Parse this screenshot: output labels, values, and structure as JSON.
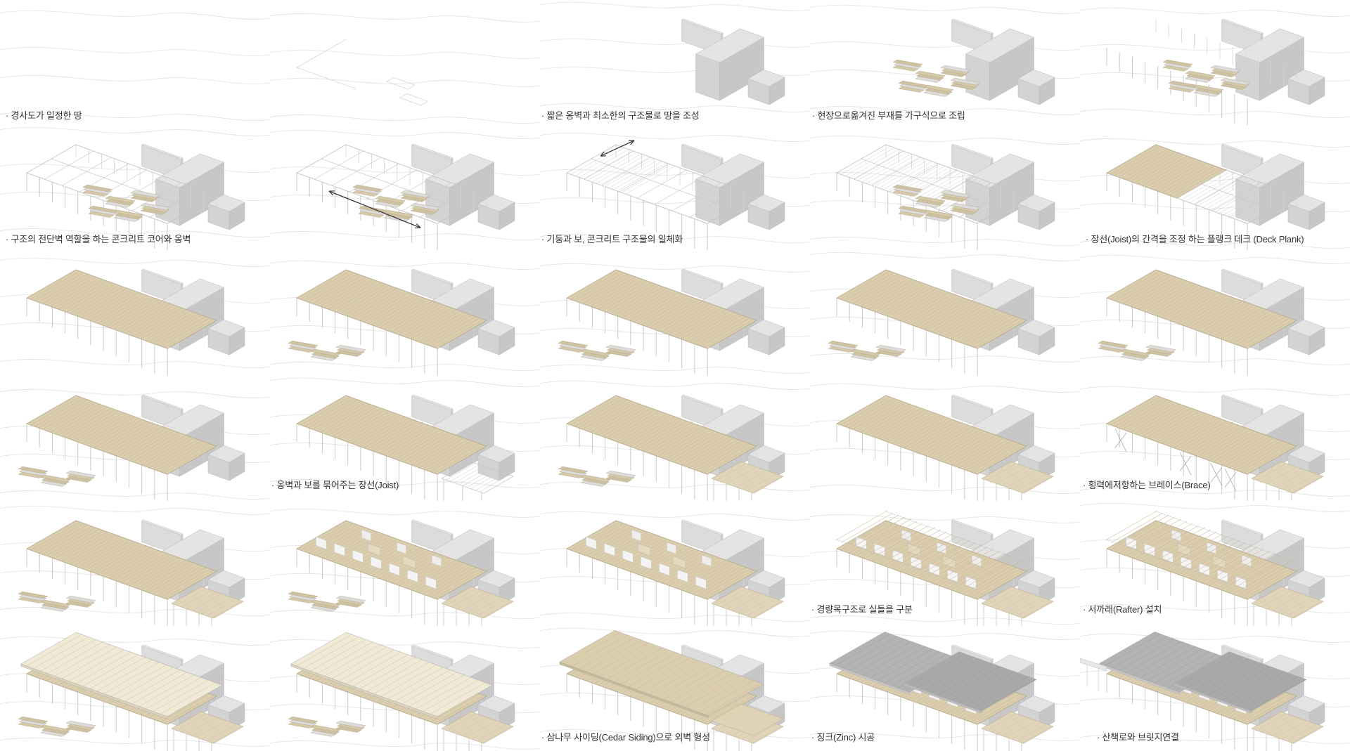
{
  "sheet": {
    "title": "construction-sequence-diagram",
    "language": "ko",
    "background": "#ffffff"
  },
  "colors": {
    "contour": "#e4e4e4",
    "edge": "#c4c4c4",
    "column": "#c9c9c9",
    "deck": "#dbceae",
    "deck_line": "#c6b592",
    "deck_edge": "#b6a888",
    "deck_ext": "#e0d5ba",
    "concrete_top": "#e4e4e4",
    "concrete_front": "#d3d3d3",
    "concrete_side": "#c7c7c7",
    "lumber_tan": "#d6c9a9",
    "lumber_gray": "#dcdcdc",
    "lumber_edge": "#b3a685",
    "wall": "#f4f4f4",
    "wall_tan": "#e3d9c1",
    "roof_wood": "#f0e9d6",
    "roof_wood_line": "#cdbd98",
    "zinc": "#a9a9a9",
    "zinc_light": "#b3b3b3",
    "zinc_seam": "#9a9a9a",
    "arrow": "#3a3a3a",
    "text": "#333333"
  },
  "diagram": {
    "type": "architectural construction sequence (axonometric step diagram)",
    "rows": 6,
    "cols": 5,
    "panels": [
      {
        "id": "r1c1",
        "row": 1,
        "col": 1,
        "caption": "· 경사도가 일정한 땅",
        "layers": [
          "contours"
        ]
      },
      {
        "id": "r1c2",
        "row": 1,
        "col": 2,
        "caption": "",
        "layers": [
          "contours",
          "layout"
        ]
      },
      {
        "id": "r1c3",
        "row": 1,
        "col": 3,
        "caption": "· 짧은 옹벽과 최소한의 구조물로 땅을 조성",
        "layers": [
          "contours",
          "cores"
        ]
      },
      {
        "id": "r1c4",
        "row": 1,
        "col": 4,
        "caption": "· 현장으로옮겨진 부재를 가구식으로 조립",
        "layers": [
          "contours",
          "cores",
          "lumber"
        ]
      },
      {
        "id": "r1c5",
        "row": 1,
        "col": 5,
        "caption": "",
        "layers": [
          "contours",
          "cores",
          "lumber",
          "columns"
        ]
      },
      {
        "id": "r2c1",
        "row": 2,
        "col": 1,
        "caption": "· 구조의 전단벽 역할을 하는 콘크리트 코어와 옹벽",
        "layers": [
          "contours",
          "cores",
          "frame",
          "lumber"
        ]
      },
      {
        "id": "r2c2",
        "row": 2,
        "col": 2,
        "caption": "",
        "layers": [
          "contours",
          "cores",
          "frame",
          "lumber",
          "arrow_long"
        ]
      },
      {
        "id": "r2c3",
        "row": 2,
        "col": 3,
        "caption": "· 기둥과 보, 콘크리트 구조물의 일체화",
        "layers": [
          "contours",
          "cores",
          "frame",
          "joists_part",
          "arrow_short"
        ]
      },
      {
        "id": "r2c4",
        "row": 2,
        "col": 4,
        "caption": "",
        "layers": [
          "contours",
          "cores",
          "frame",
          "joists",
          "lumber"
        ]
      },
      {
        "id": "r2c5",
        "row": 2,
        "col": 5,
        "caption": "· 장선(Joist)의 간격을 조정 하는 플랭크 데크 (Deck Plank)",
        "layers": [
          "contours",
          "cores",
          "frame",
          "deck_part"
        ]
      },
      {
        "id": "r3c1",
        "row": 3,
        "col": 1,
        "caption": "",
        "layers": [
          "contours",
          "cores",
          "frame",
          "deck"
        ]
      },
      {
        "id": "r3c2",
        "row": 3,
        "col": 2,
        "caption": "",
        "layers": [
          "contours",
          "cores",
          "frame",
          "deck",
          "lumber"
        ]
      },
      {
        "id": "r3c3",
        "row": 3,
        "col": 3,
        "caption": "",
        "layers": [
          "contours",
          "cores",
          "frame",
          "deck",
          "lumber"
        ]
      },
      {
        "id": "r3c4",
        "row": 3,
        "col": 4,
        "caption": "",
        "layers": [
          "contours",
          "cores",
          "frame",
          "deck",
          "lumber"
        ]
      },
      {
        "id": "r3c5",
        "row": 3,
        "col": 5,
        "caption": "",
        "layers": [
          "contours",
          "cores",
          "frame",
          "deck",
          "lumber"
        ]
      },
      {
        "id": "r4c1",
        "row": 4,
        "col": 1,
        "caption": "",
        "layers": [
          "contours",
          "cores",
          "frame",
          "deck",
          "lumber"
        ]
      },
      {
        "id": "r4c2",
        "row": 4,
        "col": 2,
        "caption": "· 옹벽과 보를 묶어주는 장선(Joist)",
        "layers": [
          "contours",
          "cores",
          "frame",
          "deck",
          "joists_ext"
        ]
      },
      {
        "id": "r4c3",
        "row": 4,
        "col": 3,
        "caption": "",
        "layers": [
          "contours",
          "cores",
          "frame",
          "deck",
          "lumber",
          "deck_ext"
        ]
      },
      {
        "id": "r4c4",
        "row": 4,
        "col": 4,
        "caption": "",
        "layers": [
          "contours",
          "cores",
          "frame",
          "deck",
          "deck_ext"
        ]
      },
      {
        "id": "r4c5",
        "row": 4,
        "col": 5,
        "caption": "· 횡력에저항하는 브레이스(Brace)",
        "layers": [
          "contours",
          "cores",
          "frame",
          "deck",
          "deck_ext",
          "braces"
        ]
      },
      {
        "id": "r5c1",
        "row": 5,
        "col": 1,
        "caption": "",
        "layers": [
          "contours",
          "cores",
          "frame",
          "deck",
          "deck_ext",
          "lumber"
        ]
      },
      {
        "id": "r5c2",
        "row": 5,
        "col": 2,
        "caption": "",
        "layers": [
          "contours",
          "cores",
          "frame",
          "deck",
          "deck_ext",
          "walls",
          "lumber"
        ]
      },
      {
        "id": "r5c3",
        "row": 5,
        "col": 3,
        "caption": "",
        "layers": [
          "contours",
          "cores",
          "frame",
          "deck",
          "deck_ext",
          "walls"
        ]
      },
      {
        "id": "r5c4",
        "row": 5,
        "col": 4,
        "caption": "· 경량목구조로 실들을 구분",
        "layers": [
          "contours",
          "cores",
          "frame",
          "deck",
          "deck_ext",
          "walls",
          "rafters"
        ]
      },
      {
        "id": "r5c5",
        "row": 5,
        "col": 5,
        "caption": "· 서까래(Rafter) 설치",
        "layers": [
          "contours",
          "cores",
          "frame",
          "deck",
          "deck_ext",
          "walls",
          "rafters"
        ]
      },
      {
        "id": "r6c1",
        "row": 6,
        "col": 1,
        "caption": "",
        "layers": [
          "contours",
          "cores",
          "frame",
          "deck",
          "deck_ext",
          "walls",
          "roof_wood",
          "lumber"
        ]
      },
      {
        "id": "r6c2",
        "row": 6,
        "col": 2,
        "caption": "",
        "layers": [
          "contours",
          "cores",
          "frame",
          "deck",
          "deck_ext",
          "walls",
          "roof_wood",
          "lumber"
        ]
      },
      {
        "id": "r6c3",
        "row": 6,
        "col": 3,
        "caption": "· 삼나무 사이딩(Cedar Siding)으로 외벽 형성",
        "layers": [
          "contours",
          "cores",
          "frame",
          "deck",
          "deck_ext",
          "walls",
          "roof_tan"
        ]
      },
      {
        "id": "r6c4",
        "row": 6,
        "col": 4,
        "caption": "· 징크(Zinc) 시공",
        "layers": [
          "contours",
          "cores",
          "frame",
          "deck",
          "deck_ext",
          "walls",
          "roof_zinc"
        ]
      },
      {
        "id": "r6c5",
        "row": 6,
        "col": 5,
        "caption": "· 산책로와 브릿지연결",
        "layers": [
          "contours",
          "cores",
          "frame",
          "deck",
          "deck_ext",
          "walls",
          "roof_zinc",
          "bridge"
        ]
      }
    ]
  }
}
